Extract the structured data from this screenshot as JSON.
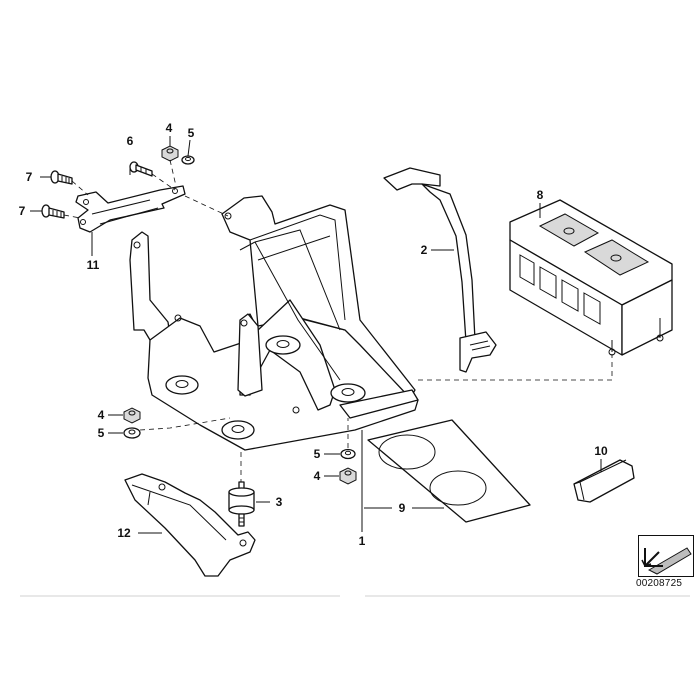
{
  "diagram": {
    "callouts": [
      {
        "id": "c1",
        "label": "1"
      },
      {
        "id": "c2",
        "label": "2"
      },
      {
        "id": "c3",
        "label": "3"
      },
      {
        "id": "c4a",
        "label": "4"
      },
      {
        "id": "c4b",
        "label": "4"
      },
      {
        "id": "c4c",
        "label": "4"
      },
      {
        "id": "c5a",
        "label": "5"
      },
      {
        "id": "c5b",
        "label": "5"
      },
      {
        "id": "c5c",
        "label": "5"
      },
      {
        "id": "c6",
        "label": "6"
      },
      {
        "id": "c7a",
        "label": "7"
      },
      {
        "id": "c7b",
        "label": "7"
      },
      {
        "id": "c8",
        "label": "8"
      },
      {
        "id": "c9",
        "label": "9"
      },
      {
        "id": "c10",
        "label": "10"
      },
      {
        "id": "c11",
        "label": "11"
      },
      {
        "id": "c12",
        "label": "12"
      }
    ],
    "image_code": "00208725"
  }
}
